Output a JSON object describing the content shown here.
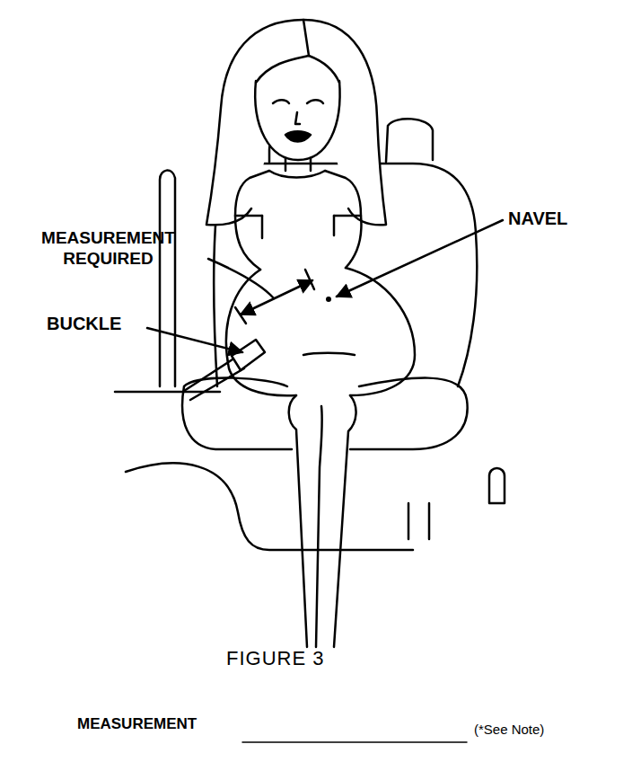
{
  "diagram": {
    "title": "FIGURE 3",
    "labels": [
      "MEASUREMENT REQUIRED",
      "NAVEL",
      "BUCKLE",
      "MEASUREMENT",
      "(*See Note)"
    ]
  }
}
